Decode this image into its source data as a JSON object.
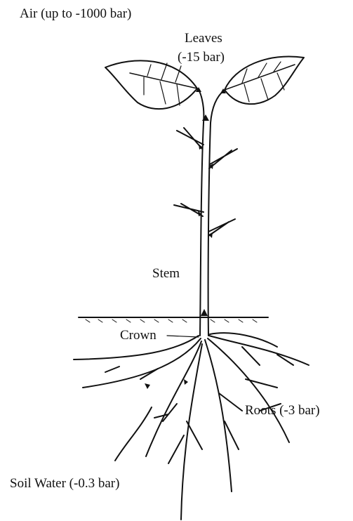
{
  "labels": {
    "air": "Air (up to -1000 bar)",
    "leaves_line1": "Leaves",
    "leaves_line2": "(-15 bar)",
    "stem": "Stem",
    "crown": "Crown",
    "roots": "Roots (-3 bar)",
    "soil_water": "Soil Water (-0.3 bar)"
  },
  "colors": {
    "ink": "#111111",
    "background": "#ffffff"
  }
}
